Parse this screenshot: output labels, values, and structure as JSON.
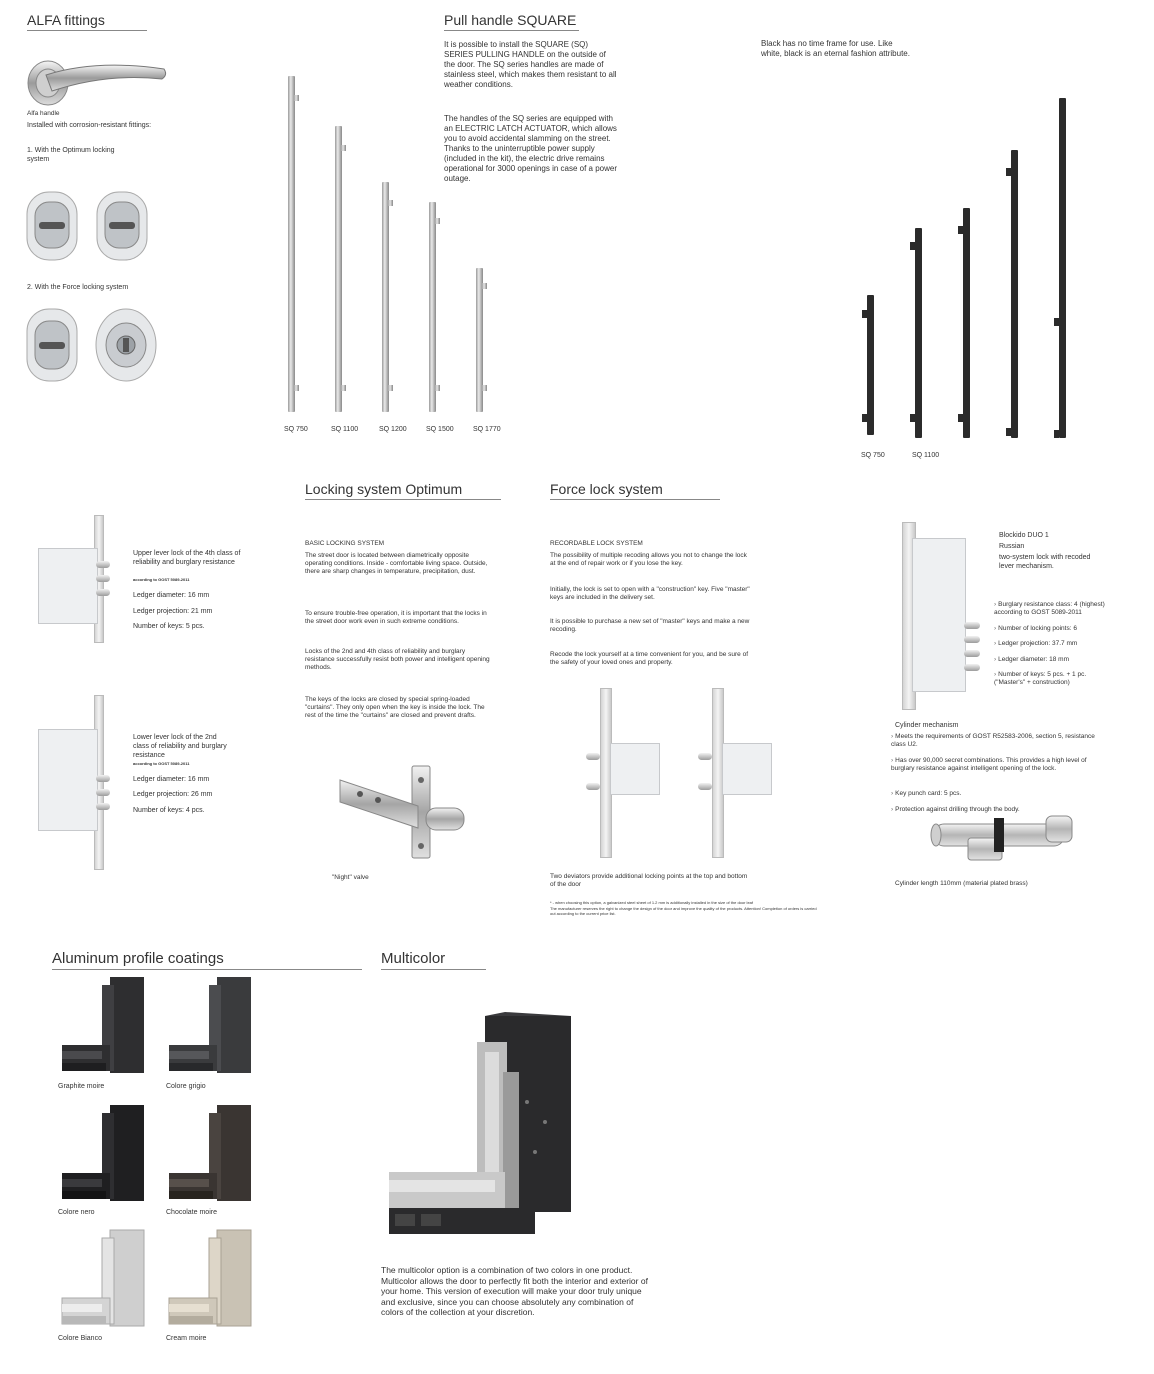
{
  "alfa": {
    "title": "ALFA fittings",
    "handle_caption": "Alfa handle",
    "installed_with": "Installed with corrosion-resistant fittings:",
    "optimum_label": "1. With the Optimum locking system",
    "force_label": "2. With the Force locking system"
  },
  "square": {
    "title": "Pull handle SQUARE",
    "para1": "It is possible to install the SQUARE (SQ) SERIES PULLING HANDLE on the outside of the door. The SQ series handles are made of stainless steel, which makes them resistant to all weather conditions.",
    "para2": "The handles of the SQ series are equipped with an ELECTRIC LATCH ACTUATOR, which allows you to avoid accidental slamming on the street. Thanks to the uninterruptible power supply (included in the kit), the electric drive remains operational for 3000 openings in case of a power outage.",
    "black_note": "Black has no time frame for use. Like white, black is an eternal fashion attribute.",
    "silver_labels": [
      "SQ 750",
      "SQ 1100",
      "SQ 1200",
      "SQ 1500",
      "SQ 1770"
    ],
    "black_labels": [
      "SQ 750",
      "SQ 1100"
    ]
  },
  "locks": {
    "upper_title": "Upper lever lock of the 4th class of reliability and burglary resistance",
    "upper_gost": "according to GOST 5089-2011",
    "upper_diameter": "Ledger diameter: 16 mm",
    "upper_projection": "Ledger projection: 21 mm",
    "upper_keys": "Number of keys: 5 pcs.",
    "lower_title": "Lower lever lock of the 2nd class of reliability and burglary resistance",
    "lower_gost": "according to GOST 5089-2011",
    "lower_diameter": "Ledger diameter: 16 mm",
    "lower_projection": "Ledger projection: 26 mm",
    "lower_keys": "Number of keys: 4 pcs."
  },
  "optimum": {
    "title": "Locking system Optimum",
    "subtitle": "BASIC LOCKING SYSTEM",
    "p1": "The street door is located between diametrically opposite operating conditions. Inside - comfortable living space. Outside, there are sharp changes in temperature, precipitation, dust.",
    "p2": "To ensure trouble-free operation, it is important that the locks in the street door work even in such extreme conditions.",
    "p3": "Locks of the 2nd and 4th class of reliability and burglary resistance successfully resist both power and intelligent opening methods.",
    "p4": "The keys of the locks are closed by special spring-loaded \"curtains\". They only open when the key is inside the lock. The rest of the time the \"curtains\" are closed and prevent drafts.",
    "night_valve": "\"Night\" valve"
  },
  "force": {
    "title": "Force lock system",
    "subtitle": "RECORDABLE LOCK SYSTEM",
    "p1": "The possibility of multiple recoding allows you not to change the lock at the end of repair work or if you lose the key.",
    "p2": "Initially, the lock is set to open with a \"construction\" key. Five \"master\" keys are included in the delivery set.",
    "p3": "It is possible to purchase a new set of \"master\" keys and make a new recoding.",
    "p4": "Recode the lock yourself at a time convenient for you, and be sure of the safety of your loved ones and property.",
    "deviators": "Two deviators provide additional locking points at the top and bottom of the door",
    "footnote1": "* - when choosing this option, a galvanized steel sheet of 1.2 mm is additionally installed in the size of the door leaf",
    "footnote2": "The manufacturer reserves the right to change the design of the door and improve the quality of the products. Attention! Completion of orders is carried out according to the current price list."
  },
  "blockido": {
    "name": "Blockido DUO 1",
    "origin": "Russian",
    "desc": "two-system lock with recoded lever mechanism.",
    "spec1": "Burglary resistance class: 4 (highest) according to GOST 5089-2011",
    "spec2": "Number of locking points: 6",
    "spec3": "Ledger projection: 37.7 mm",
    "spec4": "Ledger diameter: 18 mm",
    "spec5": "Number of keys: 5 pcs. + 1 pc. (\"Master's\" + construction)",
    "cylinder_title": "Cylinder mechanism",
    "cyl1": "Meets the requirements of GOST R52583-2006, section 5, resistance class U2.",
    "cyl2": "Has over 90,000 secret combinations. This provides a high level of burglary resistance against intelligent opening of the lock.",
    "cyl3": "Key punch card: 5 pcs.",
    "cyl4": "Protection against drilling through the body.",
    "cylinder_length": "Cylinder length 110mm (material plated brass)"
  },
  "coatings": {
    "title": "Aluminum profile coatings",
    "items": [
      {
        "label": "Graphite moire",
        "color": "#2e2e30"
      },
      {
        "label": "Colore grigio",
        "color": "#3a3b3d"
      },
      {
        "label": "Colore nero",
        "color": "#1f1f21"
      },
      {
        "label": "Chocolate moire",
        "color": "#3a3532"
      },
      {
        "label": "Colore Bianco",
        "color": "#cfcfcf"
      },
      {
        "label": "Cream moire",
        "color": "#c9c2b4"
      }
    ]
  },
  "multicolor": {
    "title": "Multicolor",
    "desc": "The multicolor option is a combination of two colors in one product. Multicolor allows the door to perfectly fit both the interior and exterior of your home. This version of execution will make your door truly unique and exclusive, since you can choose absolutely any combination of colors of the collection at your discretion."
  }
}
